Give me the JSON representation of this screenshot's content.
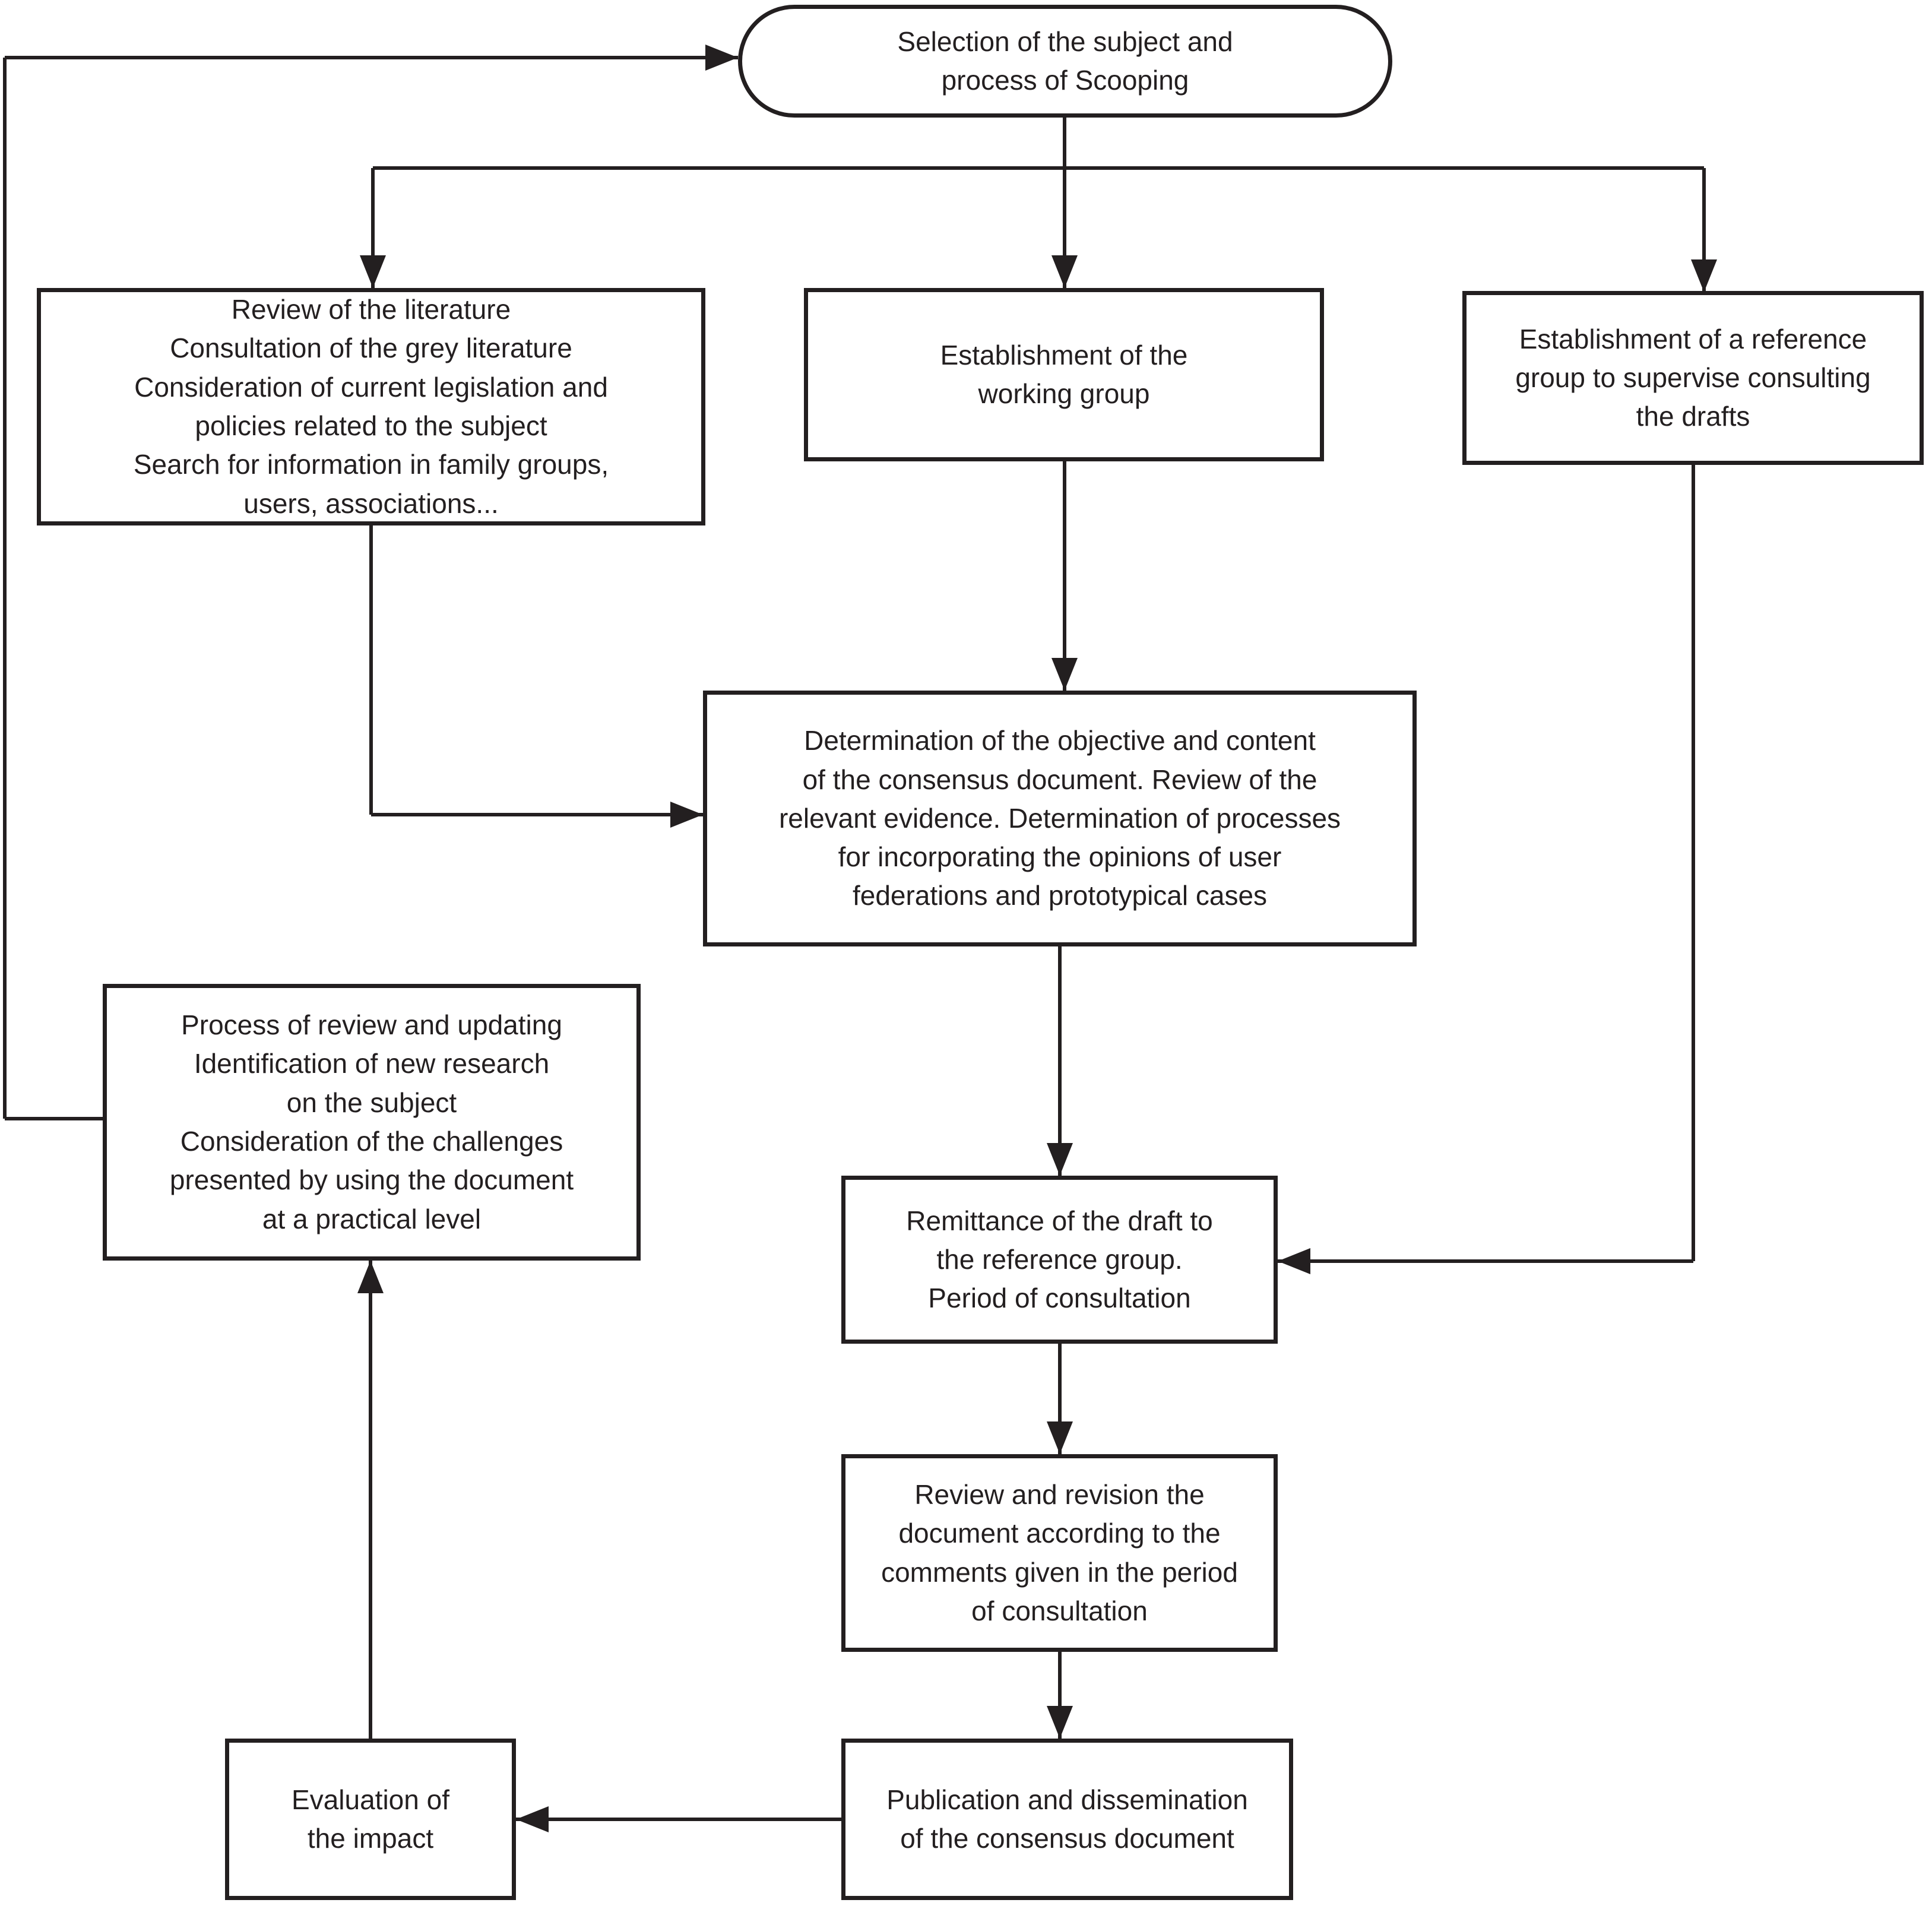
{
  "colors": {
    "line": "#231f20",
    "text": "#231f20",
    "background": "#ffffff"
  },
  "nodes": {
    "selection": {
      "shape": "rounded",
      "label": "Selection of the subject and\nprocess of Scooping"
    },
    "literature": {
      "shape": "rect",
      "label": "Review of the literature\nConsultation of the grey literature\nConsideration of current legislation and\npolicies related to the subject\nSearch for information in family groups,\nusers, associations..."
    },
    "working_group": {
      "shape": "rect",
      "label": "Establishment of the\nworking group"
    },
    "reference_group": {
      "shape": "rect",
      "label": "Establishment of a reference\ngroup to supervise consulting\nthe drafts"
    },
    "determination": {
      "shape": "rect",
      "label": "Determination of the objective and content\nof the consensus document. Review of the\nrelevant evidence. Determination of processes\nfor incorporating the opinions of user\nfederations and prototypical cases"
    },
    "process_review": {
      "shape": "rect",
      "label": "Process of review and updating\nIdentification of new research\non the subject\nConsideration of the challenges\npresented by using the document\nat a practical level"
    },
    "remittance": {
      "shape": "rect",
      "label": "Remittance of the draft to\nthe reference group.\nPeriod of consultation"
    },
    "revision": {
      "shape": "rect",
      "label": "Review and revision the\ndocument according to the\ncomments given in the period\nof consultation"
    },
    "publication": {
      "shape": "rect",
      "label": "Publication and dissemination\nof the consensus document"
    },
    "evaluation": {
      "shape": "rect",
      "label": "Evaluation of\nthe impact"
    }
  },
  "edges": [
    {
      "from": "selection",
      "to": "literature"
    },
    {
      "from": "selection",
      "to": "working_group"
    },
    {
      "from": "selection",
      "to": "reference_group"
    },
    {
      "from": "literature",
      "to": "determination"
    },
    {
      "from": "working_group",
      "to": "determination"
    },
    {
      "from": "determination",
      "to": "remittance"
    },
    {
      "from": "reference_group",
      "to": "remittance"
    },
    {
      "from": "remittance",
      "to": "revision"
    },
    {
      "from": "revision",
      "to": "publication"
    },
    {
      "from": "publication",
      "to": "evaluation"
    },
    {
      "from": "evaluation",
      "to": "process_review"
    },
    {
      "from": "process_review",
      "to": "selection"
    }
  ]
}
